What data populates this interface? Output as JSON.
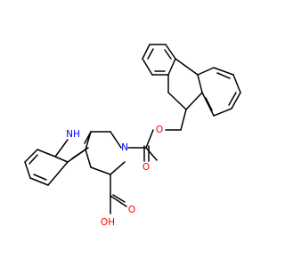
{
  "atom_labels": {
    "indole_nh": "NH",
    "amide_n": "N",
    "ester_o": "O",
    "carbamate_o": "O",
    "acid_o": "O",
    "acid_oh": "OH"
  },
  "colors": {
    "bond": "#000000",
    "nitrogen": "#0000ff",
    "oxygen": "#ff0000",
    "background": "#ffffff"
  }
}
